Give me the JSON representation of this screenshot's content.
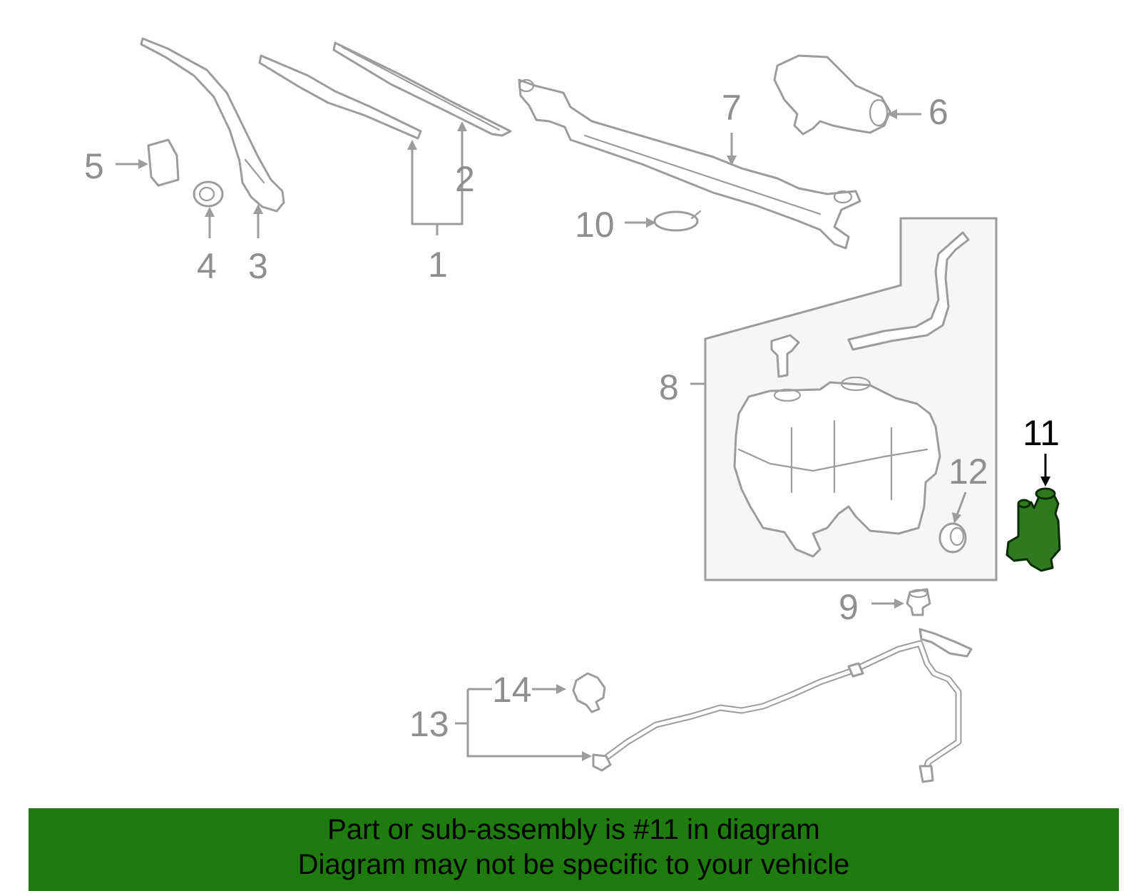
{
  "callouts": {
    "c1": "1",
    "c2": "2",
    "c3": "3",
    "c4": "4",
    "c5": "5",
    "c6": "6",
    "c7": "7",
    "c8": "8",
    "c9": "9",
    "c10": "10",
    "c11": "11",
    "c12": "12",
    "c13": "13",
    "c14": "14"
  },
  "highlight": {
    "part": "11",
    "color": "#2f7a1e"
  },
  "banner": {
    "line1": "Part or sub-assembly is #11 in diagram",
    "line2": "Diagram may not be specific to your vehicle",
    "color": "#1f7a0f"
  }
}
